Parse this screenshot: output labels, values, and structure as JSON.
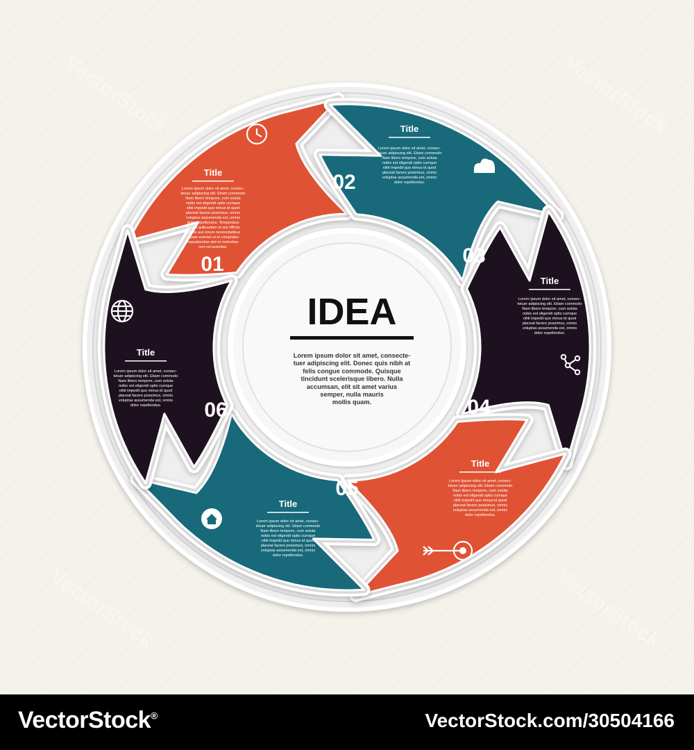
{
  "center": {
    "title": "IDEA",
    "body": [
      "Lorem ipsum dolor sit amet, consecte-",
      "tuer adipiscing elit. Donec quis nibh at",
      "felis congue commode. Quisque",
      "tincidunt scelerisque libero. Nulla",
      "accumsan, elit sit amet varius",
      "semper, nulla mauris",
      "mollis quam."
    ]
  },
  "segments": [
    {
      "number": "01",
      "title": "Title",
      "color": "#e05234",
      "icon": "clock-icon",
      "text": [
        "Lorem ipsum dolor sit amet, consec-",
        "tetuer adipiscing elit. Etiam commodo",
        "Nam libero tempore, cum soluta",
        "nobis est eligendi optio cumque",
        "nihil impedit quo minus id quod",
        "placeat facere possimus, omnis",
        "voluptas assumenda est, omnis",
        "dolor repellendus. Temporibus",
        "autem quibusdam et aut officiis",
        "debitis aut rerum necessitatibus",
        "saepe eveniet ut et voluptates",
        "repudiandae sint et molestiae",
        "non recusandae."
      ]
    },
    {
      "number": "02",
      "title": "Title",
      "color": "#18697a",
      "icon": "cloud-icon",
      "text": [
        "Lorem ipsum dolor sit amet, consec-",
        "tetuer adipiscing elit. Etiam commodo",
        "Nam libero tempore, cum soluta",
        "nobis est eligendi optio cumque",
        "nihil impedit quo minus id quod",
        "placeat facere possimus, omnis",
        "voluptas assumenda est, omnis",
        "dolor repellendus."
      ]
    },
    {
      "number": "03",
      "title": "Title",
      "color": "#1e111f",
      "icon": "network-icon",
      "text": [
        "Lorem ipsum dolor sit amet, consec-",
        "tetuer adipiscing elit. Etiam commodo",
        "Nam libero tempore, cum soluta",
        "nobis est eligendi optio cumque",
        "nihil impedit quo minus id quod",
        "placeat facere possimus, omnis",
        "voluptas assumenda est, omnis",
        "dolor repellendus."
      ]
    },
    {
      "number": "04",
      "title": "Title",
      "color": "#e05234",
      "icon": "target-icon",
      "text": [
        "Lorem ipsum dolor sit amet, consec-",
        "tetuer adipiscing elit. Etiam commodo",
        "Nam libero tempore, cum soluta",
        "nobis est eligendi optio cumque",
        "nihil impedit quo minus id quod",
        "placeat facere possimus, omnis",
        "voluptas assumenda est, omnis",
        "dolor repellendus."
      ]
    },
    {
      "number": "05",
      "title": "Title",
      "color": "#18697a",
      "icon": "home-icon",
      "text": [
        "Lorem ipsum dolor sit amet, consec-",
        "tetuer adipiscing elit. Etiam commodo",
        "Nam libero tempore, cum soluta",
        "nobis est eligendi optio cumque",
        "nihil impedit quo minus id quod",
        "placeat facere possimus, omnis",
        "voluptas assumenda est, omnis",
        "dolor repellendus."
      ]
    },
    {
      "number": "06",
      "title": "Title",
      "color": "#1e111f",
      "icon": "globe-icon",
      "text": [
        "Lorem ipsum dolor sit amet, consec-",
        "tetuer adipiscing elit. Etiam commodo",
        "Nam libero tempore, cum soluta",
        "nobis est eligendi optio cumque",
        "nihil impedit quo minus id quod",
        "placeat facere possimus, omnis",
        "voluptas assumenda est, omnis",
        "dolor repellendus."
      ]
    }
  ],
  "watermark": "VectorStock",
  "footer": {
    "brand": "VectorStock",
    "registered": "®",
    "ref": "VectorStock.com/30504166"
  }
}
